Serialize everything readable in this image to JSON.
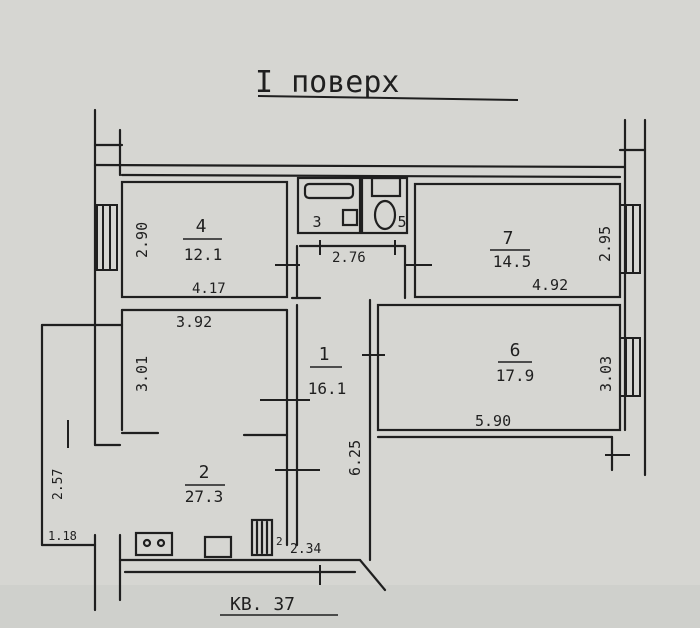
{
  "header": {
    "floor_title": "I поверх"
  },
  "rooms": [
    {
      "id": "room-4",
      "number": "4",
      "area": "12.1"
    },
    {
      "id": "room-7",
      "number": "7",
      "area": "14.5"
    },
    {
      "id": "room-1",
      "number": "1",
      "area": "16.1"
    },
    {
      "id": "room-6",
      "number": "6",
      "area": "17.9"
    },
    {
      "id": "room-2",
      "number": "2",
      "area": "27.3"
    },
    {
      "id": "room-3",
      "number": "3",
      "area": ""
    },
    {
      "id": "room-5",
      "number": "5",
      "area": ""
    }
  ],
  "dimensions": {
    "room4_height": "2.90",
    "room4_width": "4.17",
    "room7_height": "2.95",
    "room7_width": "4.92",
    "corridor_width": "2.76",
    "room2_top_width": "3.92",
    "room2_height": "3.01",
    "room6_height": "3.03",
    "room6_width": "5.90",
    "corridor_length": "6.25",
    "balcony_height": "2.57",
    "balcony_width": "1.18",
    "closet_width": "2.34",
    "closet_label": "2"
  },
  "footer": {
    "apartment_label": "КВ. 37"
  },
  "colors": {
    "paper": "#d6d6d2",
    "ink": "#1f1f1f"
  }
}
